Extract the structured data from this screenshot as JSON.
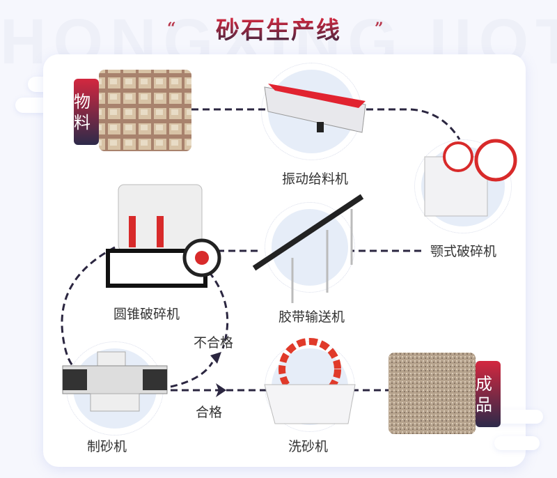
{
  "watermark": "HONGXING IIOT",
  "header": {
    "title": "砂石生产线",
    "quote_open": "“",
    "quote_close": "”"
  },
  "nodes": {
    "material": "物料",
    "feeder": "振动给料机",
    "jaw_crusher": "颚式破碎机",
    "conveyor": "胶带输送机",
    "cone_crusher": "圆锥破碎机",
    "sand_maker": "制砂机",
    "sand_washer": "洗砂机",
    "product": "成品"
  },
  "flow_labels": {
    "fail": "不合格",
    "pass": "合格"
  },
  "colors": {
    "accent": "#d3283f",
    "dark": "#2d2a4a",
    "line": "#2b2640"
  }
}
